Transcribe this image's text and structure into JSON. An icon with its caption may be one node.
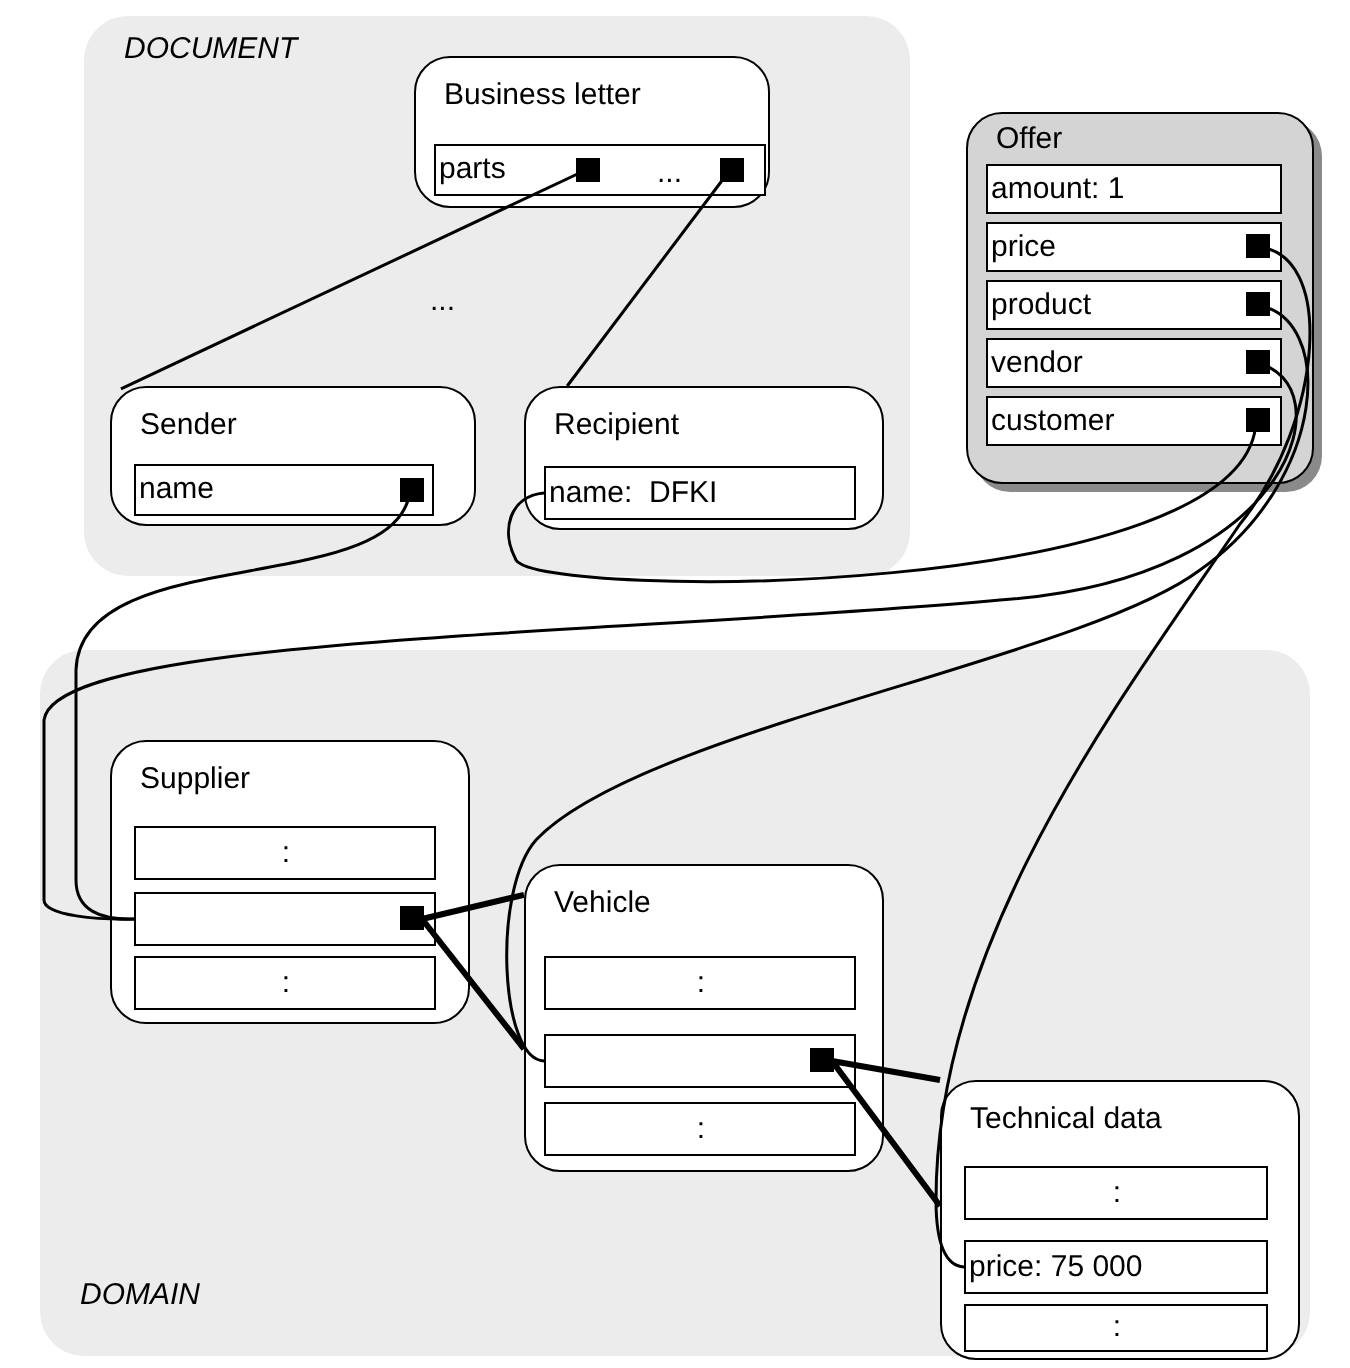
{
  "diagram": {
    "nodes": [
      {
        "text": [
          "DOCUMENT"
        ]
      },
      {
        "text": [
          "Business letter"
        ],
        "in": 0
      },
      {
        "text": [
          "parts",
          "..."
        ],
        "in": 1
      },
      {
        "text": [
          "Sender"
        ],
        "in": 0
      },
      {
        "text": [
          "name"
        ],
        "in": 3
      },
      {
        "text": [
          "Recipient"
        ],
        "in": 0
      },
      {
        "text": [
          "name:  DFKI"
        ],
        "in": 5
      },
      {
        "text": [
          "Offer"
        ]
      },
      {
        "text": [
          "amount: 1"
        ],
        "in": 7
      },
      {
        "text": [
          "price"
        ],
        "in": 7
      },
      {
        "text": [
          "product"
        ],
        "in": 7
      },
      {
        "text": [
          "vendor"
        ],
        "in": 7
      },
      {
        "text": [
          "customer"
        ],
        "in": 7
      },
      {
        "text": [
          "DOMAIN"
        ]
      },
      {
        "text": [
          "Supplier"
        ],
        "in": 13
      },
      {
        "text": [
          ":"
        ],
        "in": 14
      },
      {
        "text": [],
        "shape": "box",
        "in": 14
      },
      {
        "text": [
          ":"
        ],
        "in": 14
      },
      {
        "text": [
          "Vehicle"
        ],
        "in": 13
      },
      {
        "text": [
          ":"
        ],
        "in": 18
      },
      {
        "text": [],
        "shape": "box",
        "in": 18
      },
      {
        "text": [
          ":"
        ],
        "in": 18
      },
      {
        "text": [
          "Technical data"
        ],
        "in": 13
      },
      {
        "text": [
          ":"
        ],
        "in": 22
      },
      {
        "text": [
          "price: 75 000"
        ],
        "in": 22
      },
      {
        "text": [
          ":"
        ],
        "in": 22
      }
    ],
    "edges": [
      {
        "from": 2,
        "to": 3,
        "arrow": "none"
      },
      {
        "from": 2,
        "to": 5,
        "arrow": "none"
      },
      {
        "from": 4,
        "to": 16,
        "arrow": "none"
      },
      {
        "from": 12,
        "to": 6,
        "arrow": "none"
      },
      {
        "from": 9,
        "to": 24,
        "arrow": "none"
      },
      {
        "from": 10,
        "to": 20,
        "arrow": "none"
      },
      {
        "from": 11,
        "to": 16,
        "arrow": "none"
      },
      {
        "from": 16,
        "to": 18,
        "arrow": "none",
        "style": "thick"
      },
      {
        "from": 20,
        "to": 22,
        "arrow": "none",
        "style": "thick"
      }
    ],
    "labels": [
      "..."
    ]
  }
}
